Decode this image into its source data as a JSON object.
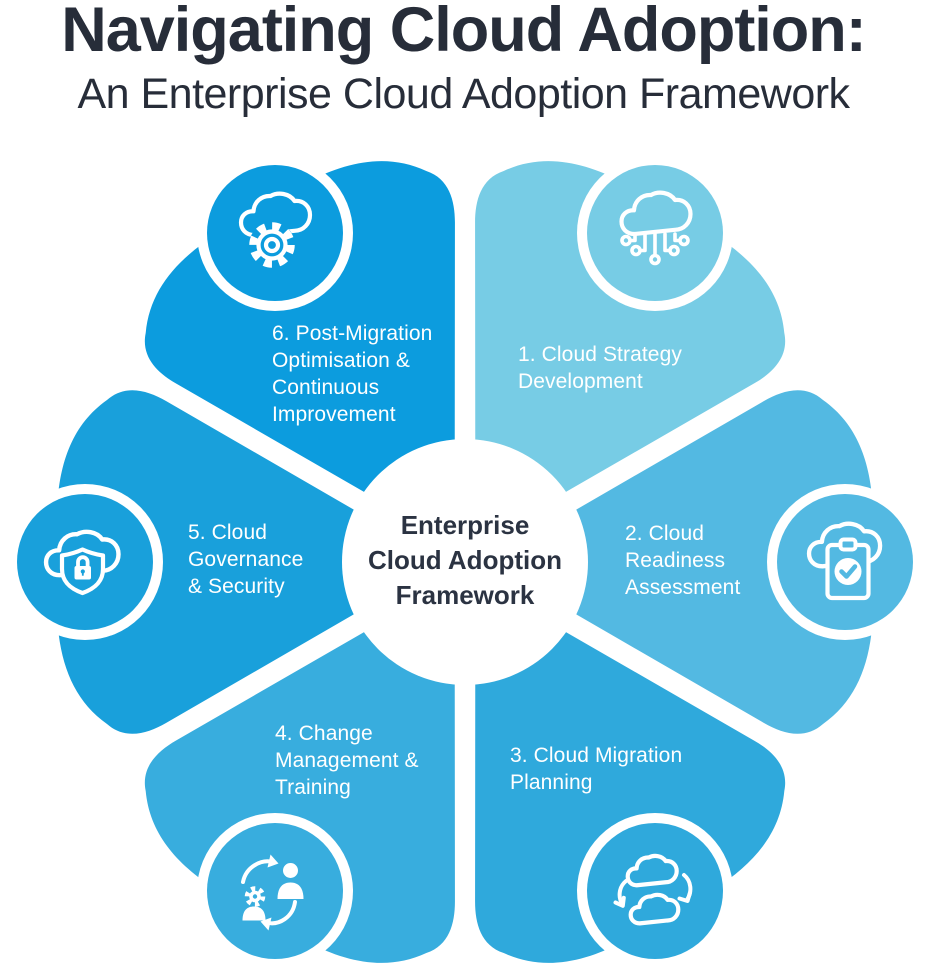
{
  "title": {
    "main": "Navigating Cloud Adoption:",
    "subtitle": "An Enterprise Cloud Adoption Framework"
  },
  "center": {
    "label": "Enterprise Cloud Adoption Framework",
    "lines": [
      "Enterprise",
      "Cloud Adoption",
      "Framework"
    ]
  },
  "colors": {
    "title_text": "#272d39",
    "center_text": "#2b3342",
    "petal_text": "#ffffff",
    "background": "#ffffff"
  },
  "petals": [
    {
      "number": "1",
      "label": "1. Cloud Strategy Development",
      "lines": [
        "1. Cloud Strategy",
        "Development"
      ],
      "color": "#77CCE5",
      "icon": "cloud-circuit-icon"
    },
    {
      "number": "2",
      "label": "2. Cloud Readiness Assessment",
      "lines": [
        "2. Cloud",
        "Readiness",
        "Assessment"
      ],
      "color": "#53B9E2",
      "icon": "clipboard-check-cloud-icon"
    },
    {
      "number": "3",
      "label": "3. Cloud Migration Planning",
      "lines": [
        "3. Cloud Migration",
        "Planning"
      ],
      "color": "#2FA9DC",
      "icon": "cloud-sync-icon"
    },
    {
      "number": "4",
      "label": "4. Change Management & Training",
      "lines": [
        "4. Change",
        "Management &",
        "Training"
      ],
      "color": "#38ADDE",
      "icon": "people-gear-sync-icon"
    },
    {
      "number": "5",
      "label": "5. Cloud Governance & Security",
      "lines": [
        "5. Cloud",
        "Governance",
        "& Security"
      ],
      "color": "#19A0DB",
      "icon": "cloud-shield-lock-icon"
    },
    {
      "number": "6",
      "label": "6. Post-Migration Optimisation & Continuous Improvement",
      "lines": [
        "6. Post-Migration",
        "Optimisation &",
        "Continuous",
        "Improvement"
      ],
      "color": "#0C9CDE",
      "icon": "cloud-gear-icon"
    }
  ]
}
